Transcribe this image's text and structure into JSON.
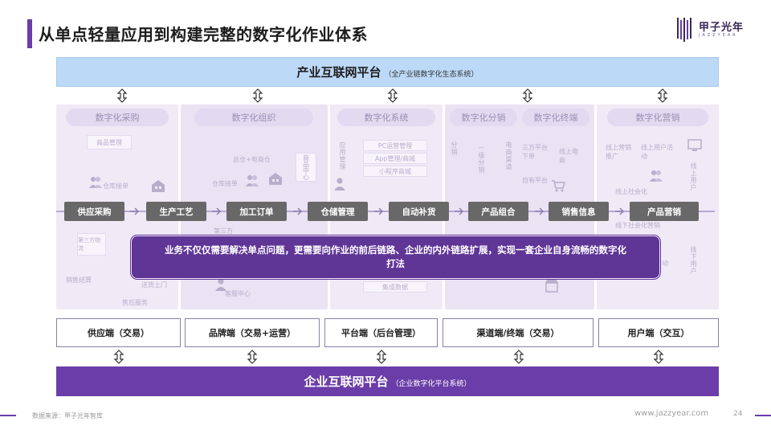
{
  "header": {
    "title": "从单点轻量应用到构建完整的数字化作业体系",
    "logo_text": "甲子光年",
    "logo_sub": "JAZZYEAR"
  },
  "platform_top": {
    "main": "产业互联网平台",
    "sub": "（全产业链数字化生态系统）"
  },
  "platform_bottom": {
    "main": "企业互联网平台",
    "sub": "（企业数字化平台系统）"
  },
  "ghost_columns": [
    {
      "label": "数字化采购"
    },
    {
      "label": "数字化组织"
    },
    {
      "label": "数字化系统"
    },
    {
      "label": "数字化分销"
    },
    {
      "label": "数字化终端"
    },
    {
      "label": "数字化营销"
    }
  ],
  "ghost_texts": {
    "goods_mgmt": "商品管理",
    "warehouse_receive": "仓库接单",
    "third_party_logistics": "第三方物流",
    "sales_settle": "销售结算",
    "send_door": "送货上门",
    "after_sales": "售后服务",
    "hq_ecommerce": "总仓+电商仓",
    "warehouse_order": "仓库接单",
    "third_party": "第三方",
    "product_center": "商品中心",
    "customer_center": "客服中心",
    "pc_ops": "PC运营管理",
    "app_mall": "App管理/商城",
    "mini_program": "小程序商城",
    "integrated_data": "集成数据",
    "app_mgmt": "应用管理",
    "level1": "一级分销",
    "level2": "分销",
    "ecommerce_channel": "电商渠道",
    "third_platform": "三方平台下单",
    "online_ecom": "线上电商",
    "self_channel": "自有平台",
    "online_promo": "线上营销推广",
    "online_user_act": "线上用户活动",
    "offline_social": "线上社会化",
    "online_user": "线上用户",
    "offline_social_mkt": "线下社会化营销",
    "activity": "活动",
    "offline_user": "线下用户"
  },
  "process_steps": [
    {
      "label": "供应采购"
    },
    {
      "label": "生产工艺"
    },
    {
      "label": "加工订单"
    },
    {
      "label": "仓储管理"
    },
    {
      "label": "自动补货"
    },
    {
      "label": "产品组合"
    },
    {
      "label": "销售信息"
    },
    {
      "label": "产品营销"
    }
  ],
  "callout": "业务不仅仅需要解决单点问题，更需要向作业的前后链路、企业的内外链路扩展，实现一套企业自身流畅的数字化打法",
  "terminals": [
    {
      "label": "供应端（交易）"
    },
    {
      "label": "品牌端（交易+运营）"
    },
    {
      "label": "平台端（后台管理）"
    },
    {
      "label": "渠道端/终端（交易）"
    },
    {
      "label": "用户端（交互）"
    }
  ],
  "footer": {
    "source": "数据来源：甲子光年智库",
    "site": "www.jazzyear.com",
    "page": "24"
  },
  "colors": {
    "accent": "#6a3da8",
    "platform_top": "#bcd9f7",
    "process_box": "#686868",
    "callout": "#5f3596"
  }
}
